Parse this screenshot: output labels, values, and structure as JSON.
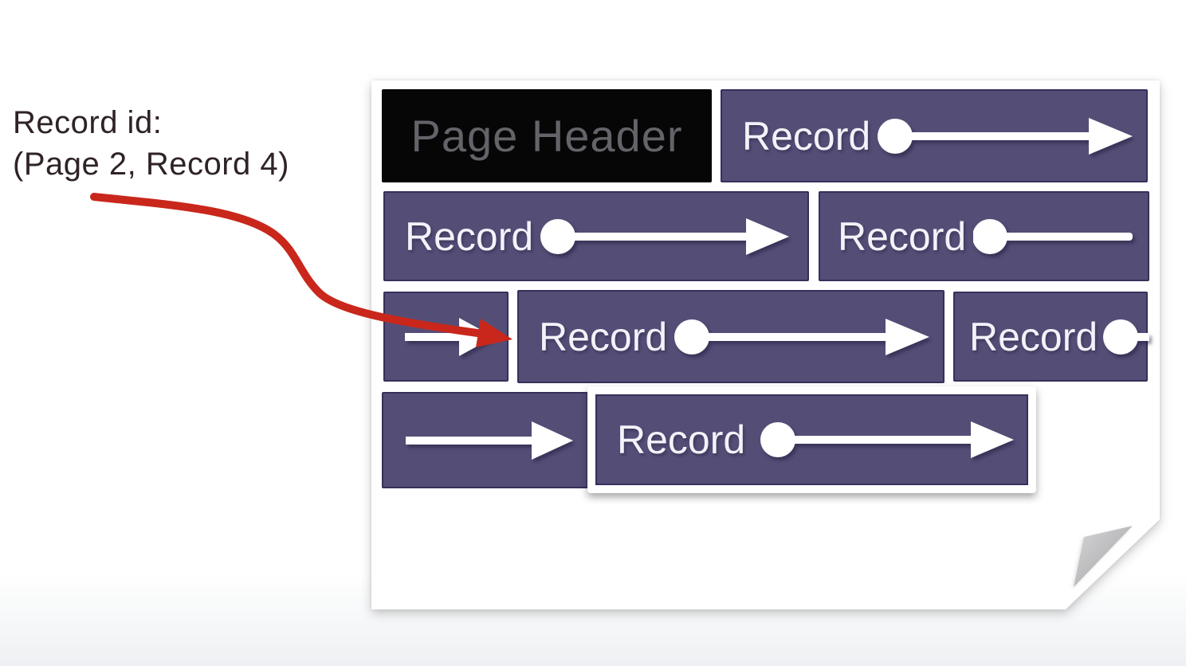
{
  "annotation": {
    "line1": "Record id:",
    "line2": "(Page 2, Record 4)"
  },
  "page": {
    "header_label": "Page Header",
    "records": [
      {
        "label": "Record",
        "arrow": "dot-line-arrowhead"
      },
      {
        "label": "Record",
        "arrow": "dot-line-arrowhead"
      },
      {
        "label": "Record",
        "arrow": "dot-line-truncated"
      },
      {
        "label": "",
        "arrow": "continuation-line-arrowhead"
      },
      {
        "label": "Record",
        "arrow": "dot-line-arrowhead"
      },
      {
        "label": "Record",
        "arrow": "dot-truncated"
      },
      {
        "label": "",
        "arrow": "continuation-line-arrowhead"
      },
      {
        "label": "Record",
        "arrow": "dot-line-arrowhead"
      }
    ]
  },
  "colors": {
    "record_fill": "#544e77",
    "record_border": "#35305a",
    "record_text": "#f4f2f9",
    "header_fill": "#060606",
    "header_text": "#636369",
    "annotation_text": "#2f2326",
    "annotation_arrow_red": "#c9271c",
    "page_background": "#ffffff",
    "page_fold_gray": "#b0b0b2"
  }
}
